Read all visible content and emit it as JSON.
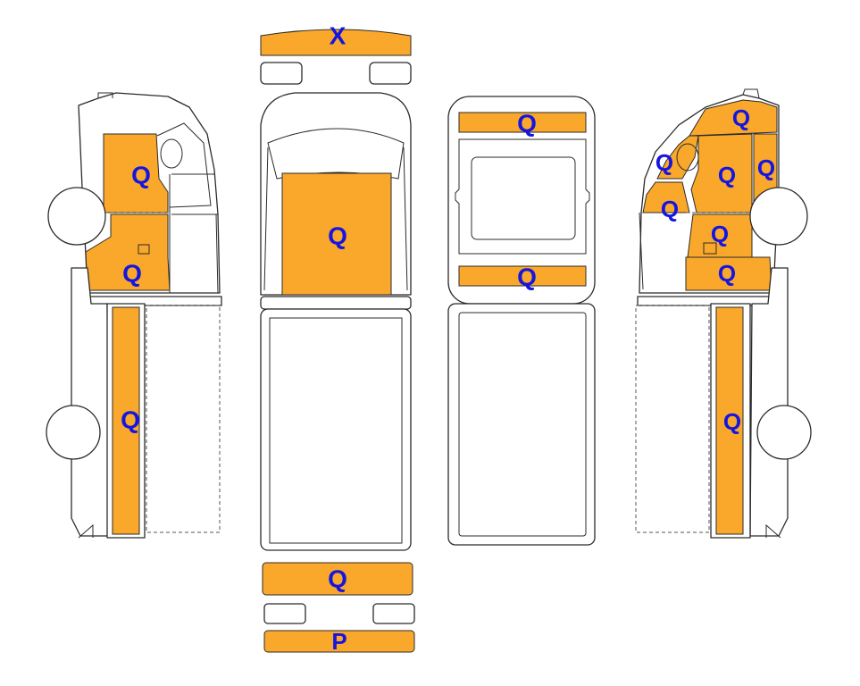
{
  "colors": {
    "zone_fill": "#f9a82b",
    "code_text": "#1515e0",
    "outline": "#2b2b2b"
  },
  "views": {
    "left_side": {
      "cab_upper": "Q",
      "cab_lower": "Q",
      "cargo_side": "Q"
    },
    "top": {
      "front_bumper": "X",
      "roof": "Q",
      "rear_panel": "Q",
      "rear_bumper": "P"
    },
    "front": {
      "hood_top": "Q",
      "lower_panel": "Q"
    },
    "right_side": {
      "cab_top": "Q",
      "pillar_upper": "Q",
      "door_upper": "Q",
      "rear_edge": "Q",
      "pillar_lower": "Q",
      "door_handle_zone": "Q",
      "cab_lower": "Q",
      "cargo_side": "Q"
    }
  }
}
